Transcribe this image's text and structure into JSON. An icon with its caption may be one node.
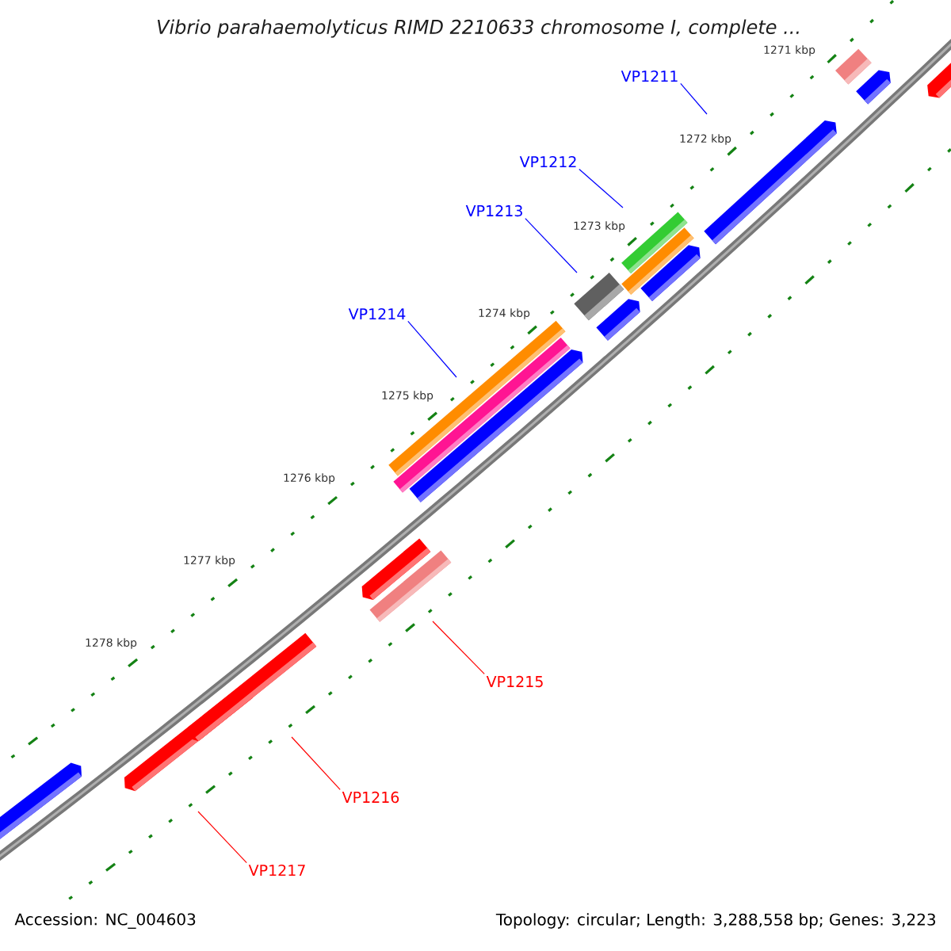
{
  "diagram": {
    "title": "Vibrio parahaemolyticus RIMD 2210633 chromosome I, complete ...",
    "nodes": [
      {
        "text": [
          "VP1211"
        ]
      },
      {
        "text": [
          "VP1212"
        ]
      },
      {
        "text": [
          "VP1213"
        ]
      },
      {
        "text": [
          "VP1214"
        ]
      },
      {
        "text": [
          "VP1215"
        ]
      },
      {
        "text": [
          "VP1216"
        ]
      },
      {
        "text": [
          "VP1217"
        ]
      }
    ],
    "edges": [
      {
        "from": 0,
        "to": null,
        "arrow": "none"
      },
      {
        "from": 1,
        "to": null,
        "arrow": "none"
      },
      {
        "from": 2,
        "to": null,
        "arrow": "none"
      },
      {
        "from": 3,
        "to": null,
        "arrow": "none"
      },
      {
        "from": 4,
        "to": null,
        "arrow": "none",
        "color": "#ff0000"
      },
      {
        "from": 5,
        "to": null,
        "arrow": "none",
        "color": "#ff0000"
      },
      {
        "from": 6,
        "to": null,
        "arrow": "none",
        "color": "#ff0000"
      }
    ],
    "labels": [
      "1271 kbp",
      "1272 kbp",
      "1273 kbp",
      "1274 kbp",
      "1275 kbp",
      "1276 kbp",
      "1277 kbp",
      "1278 kbp",
      "Accession: NC_004603",
      "Topology: circular; Length: 3,288,558 bp; Genes: 3,223"
    ]
  }
}
